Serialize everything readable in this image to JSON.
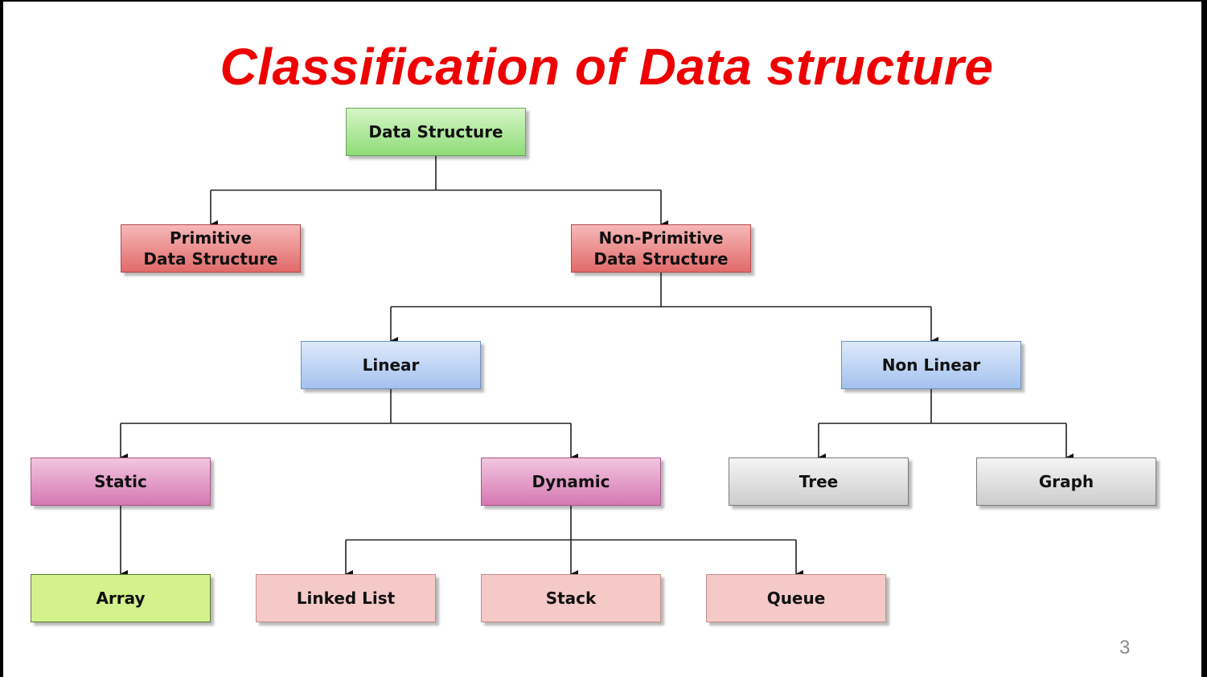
{
  "slide": {
    "title": "Classification of Data structure",
    "page_number": "3"
  },
  "diagram": {
    "nodes": {
      "data_structure": "Data Structure",
      "primitive": "Primitive\nData Structure",
      "non_primitive": "Non-Primitive\nData Structure",
      "linear": "Linear",
      "non_linear": "Non Linear",
      "static": "Static",
      "dynamic": "Dynamic",
      "tree": "Tree",
      "graph": "Graph",
      "array": "Array",
      "linked_list": "Linked List",
      "stack": "Stack",
      "queue": "Queue"
    },
    "edges": [
      [
        "data_structure",
        "primitive"
      ],
      [
        "data_structure",
        "non_primitive"
      ],
      [
        "non_primitive",
        "linear"
      ],
      [
        "non_primitive",
        "non_linear"
      ],
      [
        "linear",
        "static"
      ],
      [
        "linear",
        "dynamic"
      ],
      [
        "non_linear",
        "tree"
      ],
      [
        "non_linear",
        "graph"
      ],
      [
        "static",
        "array"
      ],
      [
        "dynamic",
        "linked_list"
      ],
      [
        "dynamic",
        "stack"
      ],
      [
        "dynamic",
        "queue"
      ]
    ]
  }
}
